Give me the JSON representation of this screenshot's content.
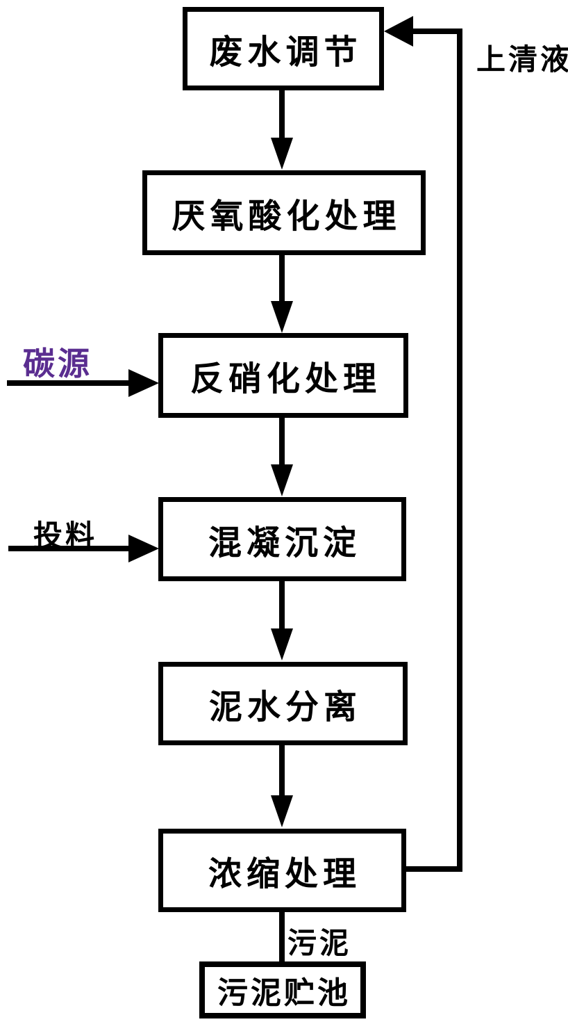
{
  "diagram": {
    "type": "flowchart",
    "subject": "wastewater treatment process",
    "background_color": "#ffffff",
    "line_color": "#000000",
    "accent_color": "#5a2d90",
    "nodes": [
      {
        "id": "wastewater-adjust",
        "label": "废水调节"
      },
      {
        "id": "anaerobic-acidify",
        "label": "厌氧酸化处理"
      },
      {
        "id": "denitrification",
        "label": "反硝化处理"
      },
      {
        "id": "coagulation-settle",
        "label": "混凝沉淀"
      },
      {
        "id": "mud-water-separate",
        "label": "泥水分离"
      },
      {
        "id": "thickening",
        "label": "浓缩处理"
      },
      {
        "id": "sludge-storage-pool",
        "label": "污泥贮池"
      }
    ],
    "inputs": [
      {
        "label": "碳源",
        "target": "反硝化处理",
        "color": "#5a2d90"
      },
      {
        "label": "投料",
        "target": "混凝沉淀",
        "color": "#000000"
      }
    ],
    "edges": [
      {
        "from": "废水调节",
        "to": "厌氧酸化处理",
        "label": ""
      },
      {
        "from": "厌氧酸化处理",
        "to": "反硝化处理",
        "label": ""
      },
      {
        "from": "反硝化处理",
        "to": "混凝沉淀",
        "label": ""
      },
      {
        "from": "混凝沉淀",
        "to": "泥水分离",
        "label": ""
      },
      {
        "from": "泥水分离",
        "to": "浓缩处理",
        "label": ""
      },
      {
        "from": "浓缩处理",
        "to": "污泥贮池",
        "label": "污泥"
      },
      {
        "from": "浓缩处理",
        "to": "废水调节",
        "label": "上清液"
      }
    ]
  }
}
